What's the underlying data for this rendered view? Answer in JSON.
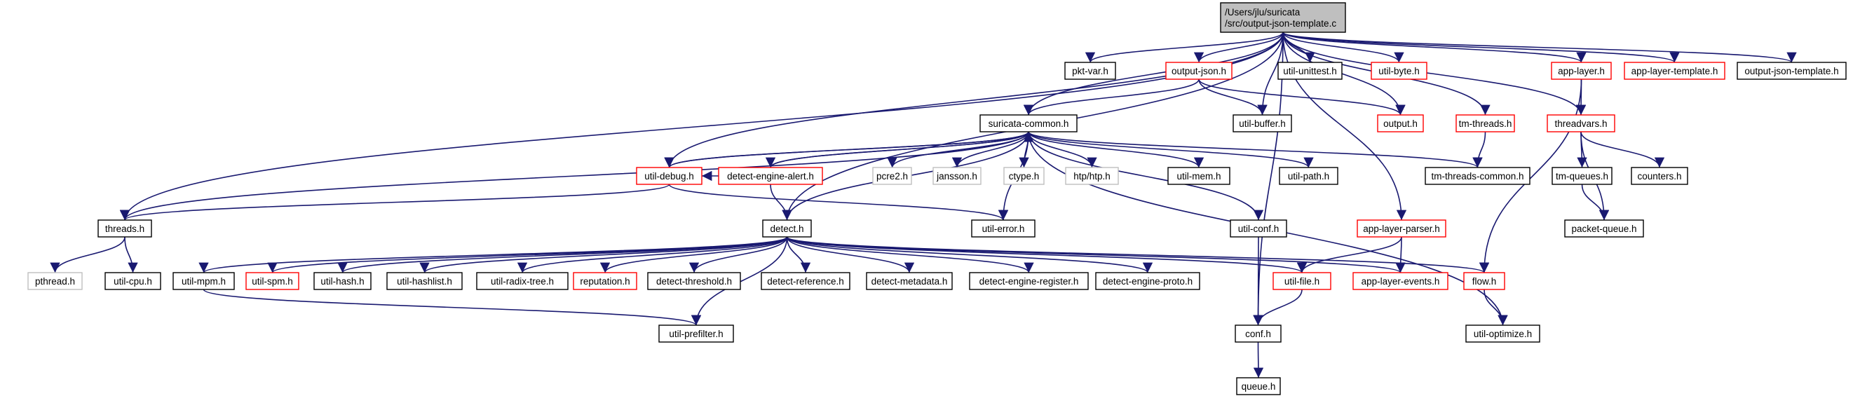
{
  "colors": {
    "edge": "#191970",
    "root_fill": "#bfbfbf",
    "root_border": "#000000",
    "node_black": "#000000",
    "node_red": "#ff0000",
    "node_gray": "#bfbfbf",
    "background": "#ffffff"
  },
  "nodes": [
    {
      "id": "root",
      "label": [
        "/Users/jlu/suricata",
        "/src/output-json-template.c"
      ],
      "style": "root"
    },
    {
      "id": "pktvar",
      "label": [
        "pkt-var.h"
      ],
      "style": "black"
    },
    {
      "id": "outputjson",
      "label": [
        "output-json.h"
      ],
      "style": "red"
    },
    {
      "id": "utilunittest",
      "label": [
        "util-unittest.h"
      ],
      "style": "black"
    },
    {
      "id": "utilbyte",
      "label": [
        "util-byte.h"
      ],
      "style": "red"
    },
    {
      "id": "applayer",
      "label": [
        "app-layer.h"
      ],
      "style": "red"
    },
    {
      "id": "applayertemplate",
      "label": [
        "app-layer-template.h"
      ],
      "style": "red"
    },
    {
      "id": "outputjsontemplate",
      "label": [
        "output-json-template.h"
      ],
      "style": "black"
    },
    {
      "id": "suricatacommon",
      "label": [
        "suricata-common.h"
      ],
      "style": "black"
    },
    {
      "id": "utilbuffer",
      "label": [
        "util-buffer.h"
      ],
      "style": "black"
    },
    {
      "id": "output",
      "label": [
        "output.h"
      ],
      "style": "red"
    },
    {
      "id": "tmthreads",
      "label": [
        "tm-threads.h"
      ],
      "style": "red"
    },
    {
      "id": "threadvars",
      "label": [
        "threadvars.h"
      ],
      "style": "red"
    },
    {
      "id": "utildebug",
      "label": [
        "util-debug.h"
      ],
      "style": "red"
    },
    {
      "id": "detectenginealert",
      "label": [
        "detect-engine-alert.h"
      ],
      "style": "red"
    },
    {
      "id": "pcre2",
      "label": [
        "pcre2.h"
      ],
      "style": "gray"
    },
    {
      "id": "jansson",
      "label": [
        "jansson.h"
      ],
      "style": "gray"
    },
    {
      "id": "ctype",
      "label": [
        "ctype.h"
      ],
      "style": "gray"
    },
    {
      "id": "htp",
      "label": [
        "htp/htp.h"
      ],
      "style": "gray"
    },
    {
      "id": "utilmem",
      "label": [
        "util-mem.h"
      ],
      "style": "black"
    },
    {
      "id": "utilpath",
      "label": [
        "util-path.h"
      ],
      "style": "black"
    },
    {
      "id": "tmthreadscommon",
      "label": [
        "tm-threads-common.h"
      ],
      "style": "black"
    },
    {
      "id": "tmqueues",
      "label": [
        "tm-queues.h"
      ],
      "style": "black"
    },
    {
      "id": "counters",
      "label": [
        "counters.h"
      ],
      "style": "black"
    },
    {
      "id": "threads",
      "label": [
        "threads.h"
      ],
      "style": "black"
    },
    {
      "id": "detect",
      "label": [
        "detect.h"
      ],
      "style": "black"
    },
    {
      "id": "utilerror",
      "label": [
        "util-error.h"
      ],
      "style": "black"
    },
    {
      "id": "utilconf",
      "label": [
        "util-conf.h"
      ],
      "style": "black"
    },
    {
      "id": "applayerparser",
      "label": [
        "app-layer-parser.h"
      ],
      "style": "red"
    },
    {
      "id": "packetqueue",
      "label": [
        "packet-queue.h"
      ],
      "style": "black"
    },
    {
      "id": "pthread",
      "label": [
        "pthread.h"
      ],
      "style": "gray"
    },
    {
      "id": "utilcpu",
      "label": [
        "util-cpu.h"
      ],
      "style": "black"
    },
    {
      "id": "utilmpm",
      "label": [
        "util-mpm.h"
      ],
      "style": "black"
    },
    {
      "id": "utilspm",
      "label": [
        "util-spm.h"
      ],
      "style": "red"
    },
    {
      "id": "utilhash",
      "label": [
        "util-hash.h"
      ],
      "style": "black"
    },
    {
      "id": "utilhashlist",
      "label": [
        "util-hashlist.h"
      ],
      "style": "black"
    },
    {
      "id": "utilradixtree",
      "label": [
        "util-radix-tree.h"
      ],
      "style": "black"
    },
    {
      "id": "reputation",
      "label": [
        "reputation.h"
      ],
      "style": "red"
    },
    {
      "id": "detectthreshold",
      "label": [
        "detect-threshold.h"
      ],
      "style": "black"
    },
    {
      "id": "detectreference",
      "label": [
        "detect-reference.h"
      ],
      "style": "black"
    },
    {
      "id": "detectmetadata",
      "label": [
        "detect-metadata.h"
      ],
      "style": "black"
    },
    {
      "id": "detectengineregister",
      "label": [
        "detect-engine-register.h"
      ],
      "style": "black"
    },
    {
      "id": "detectengineproto",
      "label": [
        "detect-engine-proto.h"
      ],
      "style": "black"
    },
    {
      "id": "utilfile",
      "label": [
        "util-file.h"
      ],
      "style": "red"
    },
    {
      "id": "applayerevents",
      "label": [
        "app-layer-events.h"
      ],
      "style": "red"
    },
    {
      "id": "flow",
      "label": [
        "flow.h"
      ],
      "style": "red"
    },
    {
      "id": "utilprefilter",
      "label": [
        "util-prefilter.h"
      ],
      "style": "black"
    },
    {
      "id": "conf",
      "label": [
        "conf.h"
      ],
      "style": "black"
    },
    {
      "id": "utiloptimize",
      "label": [
        "util-optimize.h"
      ],
      "style": "black"
    },
    {
      "id": "queue",
      "label": [
        "queue.h"
      ],
      "style": "black"
    }
  ],
  "edges": [
    [
      "root",
      "pktvar"
    ],
    [
      "root",
      "outputjson"
    ],
    [
      "root",
      "utilunittest"
    ],
    [
      "root",
      "utilbyte"
    ],
    [
      "root",
      "applayer"
    ],
    [
      "root",
      "applayertemplate"
    ],
    [
      "root",
      "outputjsontemplate"
    ],
    [
      "root",
      "suricatacommon"
    ],
    [
      "root",
      "utilbuffer"
    ],
    [
      "root",
      "output"
    ],
    [
      "root",
      "tmthreads"
    ],
    [
      "root",
      "threadvars"
    ],
    [
      "root",
      "utildebug"
    ],
    [
      "root",
      "threads"
    ],
    [
      "root",
      "detect"
    ],
    [
      "root",
      "applayerparser"
    ],
    [
      "root",
      "conf"
    ],
    [
      "outputjson",
      "suricatacommon"
    ],
    [
      "outputjson",
      "utilbuffer"
    ],
    [
      "outputjson",
      "output"
    ],
    [
      "applayer",
      "threadvars"
    ],
    [
      "applayer",
      "flow"
    ],
    [
      "tmthreads",
      "tmthreadscommon"
    ],
    [
      "threadvars",
      "tmqueues"
    ],
    [
      "threadvars",
      "counters"
    ],
    [
      "threadvars",
      "packetqueue"
    ],
    [
      "tmqueues",
      "packetqueue"
    ],
    [
      "suricatacommon",
      "utildebug"
    ],
    [
      "suricatacommon",
      "detectenginealert"
    ],
    [
      "suricatacommon",
      "pcre2"
    ],
    [
      "suricatacommon",
      "jansson"
    ],
    [
      "suricatacommon",
      "ctype"
    ],
    [
      "suricatacommon",
      "htp"
    ],
    [
      "suricatacommon",
      "utilmem"
    ],
    [
      "suricatacommon",
      "utilpath"
    ],
    [
      "suricatacommon",
      "tmthreadscommon"
    ],
    [
      "suricatacommon",
      "utilerror"
    ],
    [
      "suricatacommon",
      "utilconf"
    ],
    [
      "suricatacommon",
      "utiloptimize"
    ],
    [
      "suricatacommon",
      "threads"
    ],
    [
      "utildebug",
      "suricatacommon"
    ],
    [
      "utildebug",
      "threads"
    ],
    [
      "utildebug",
      "utilerror"
    ],
    [
      "detectenginealert",
      "suricatacommon"
    ],
    [
      "detectenginealert",
      "utildebug"
    ],
    [
      "detectenginealert",
      "detect"
    ],
    [
      "detect",
      "suricatacommon"
    ],
    [
      "detect",
      "utilmpm"
    ],
    [
      "detect",
      "utilspm"
    ],
    [
      "detect",
      "utilhash"
    ],
    [
      "detect",
      "utilhashlist"
    ],
    [
      "detect",
      "utilradixtree"
    ],
    [
      "detect",
      "reputation"
    ],
    [
      "detect",
      "detectthreshold"
    ],
    [
      "detect",
      "detectreference"
    ],
    [
      "detect",
      "detectmetadata"
    ],
    [
      "detect",
      "detectengineregister"
    ],
    [
      "detect",
      "detectengineproto"
    ],
    [
      "detect",
      "utilfile"
    ],
    [
      "detect",
      "applayerevents"
    ],
    [
      "detect",
      "flow"
    ],
    [
      "detect",
      "utilprefilter"
    ],
    [
      "threads",
      "pthread"
    ],
    [
      "threads",
      "utilcpu"
    ],
    [
      "utilmpm",
      "utilprefilter"
    ],
    [
      "utilconf",
      "conf"
    ],
    [
      "applayerparser",
      "utilfile"
    ],
    [
      "applayerparser",
      "applayerevents"
    ],
    [
      "utilfile",
      "conf"
    ],
    [
      "flow",
      "utiloptimize"
    ],
    [
      "conf",
      "queue"
    ]
  ]
}
